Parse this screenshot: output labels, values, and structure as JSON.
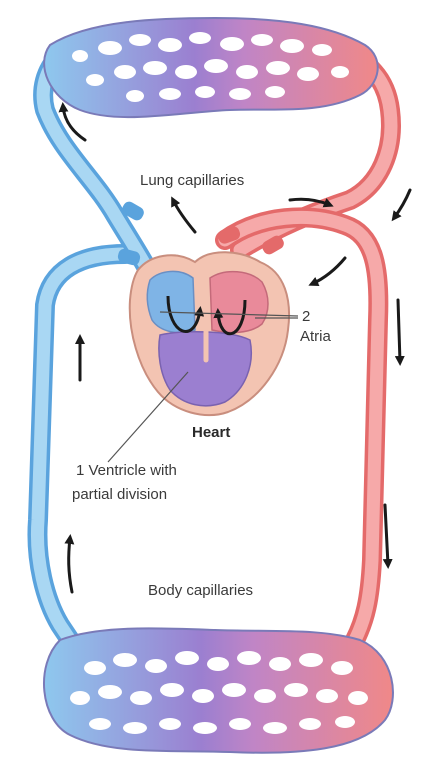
{
  "labels": {
    "lung_capillaries": "Lung capillaries",
    "atria_number": "2",
    "atria_word": "Atria",
    "heart": "Heart",
    "ventricle_line1": "1 Ventricle with",
    "ventricle_line2": "partial division",
    "body_capillaries": "Body capillaries"
  },
  "colors": {
    "deoxygenated": "#8ec8ee",
    "oxygenated": "#f08888",
    "mixed": "#9b7fd0",
    "heart_wall": "#f3c4b2",
    "arrow": "#1a1a1a",
    "text": "#3a3a3a"
  }
}
